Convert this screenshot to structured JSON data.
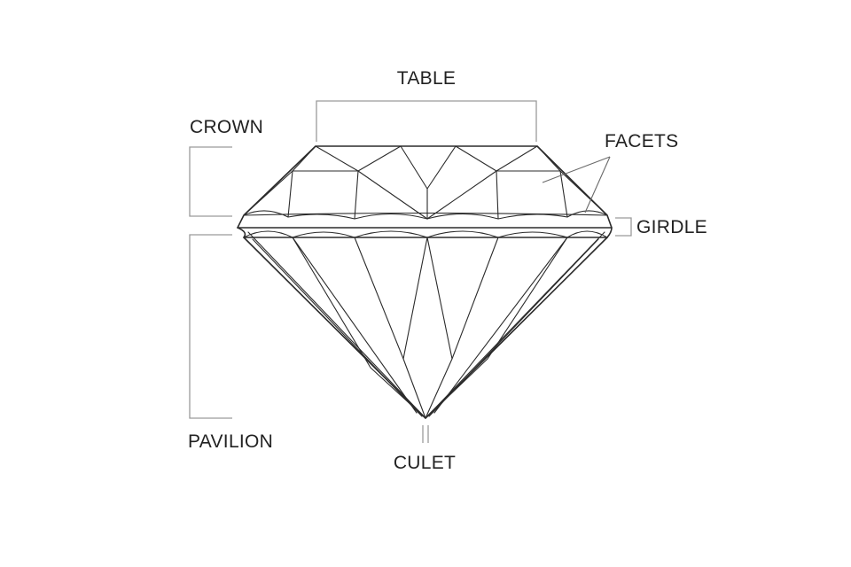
{
  "labels": {
    "table": "TABLE",
    "crown": "CROWN",
    "facets": "FACETS",
    "girdle": "GIRDLE",
    "pavilion": "PAVILION",
    "culet": "CULET"
  },
  "colors": {
    "background": "#ffffff",
    "line": "#2b2b2b",
    "bracket": "#9a9a9a",
    "text": "#222222"
  }
}
